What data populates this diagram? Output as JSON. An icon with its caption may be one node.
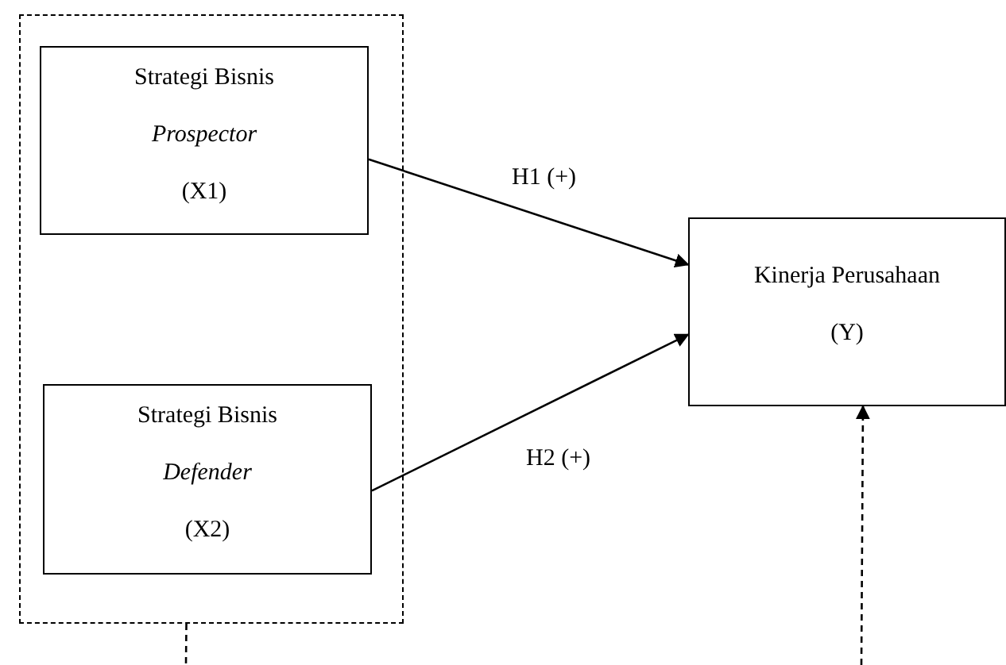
{
  "diagram": {
    "nodes": [
      {
        "text": [],
        "shape": "box"
      },
      {
        "text": [
          "Strategi Bisnis",
          "Prospector",
          "(X1)"
        ],
        "in": 0
      },
      {
        "text": [
          "Strategi Bisnis",
          "Defender",
          "(X2)"
        ],
        "in": 0
      },
      {
        "text": [
          "Kinerja Perusahaan",
          "(Y)"
        ]
      }
    ],
    "edges": [
      {
        "from": 1,
        "to": 3,
        "arrow": "to",
        "label": "H1 (+)"
      },
      {
        "from": 2,
        "to": 3,
        "arrow": "to",
        "label": "H2 (+)"
      },
      {
        "from": 0,
        "to": null,
        "arrow": "none",
        "style": "dashed"
      },
      {
        "from": null,
        "to": 3,
        "arrow": "to",
        "style": "dashed"
      }
    ]
  }
}
